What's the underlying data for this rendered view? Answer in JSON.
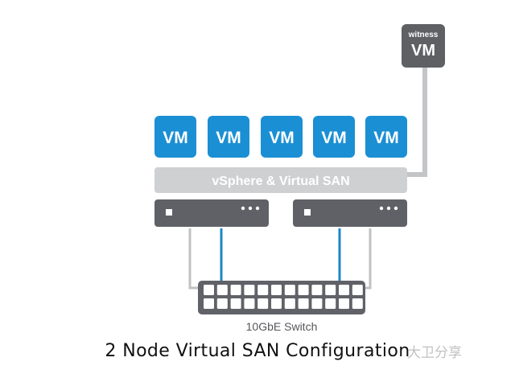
{
  "witness": {
    "small_label": "witness",
    "label": "VM"
  },
  "vms": [
    {
      "label": "VM"
    },
    {
      "label": "VM"
    },
    {
      "label": "VM"
    },
    {
      "label": "VM"
    },
    {
      "label": "VM"
    }
  ],
  "platform": {
    "label": "vSphere & Virtual SAN"
  },
  "switch": {
    "label": "10GbE Switch"
  },
  "caption": "2 Node Virtual SAN Configuration",
  "watermark": "大卫分享",
  "colors": {
    "vm_blue": "#1b8fd4",
    "witness_gray": "#5e6064",
    "platform_gray": "#cfd0d2",
    "server_gray": "#5f6166",
    "link_blue": "#1e86c8",
    "link_gray": "#bfc1c3"
  }
}
